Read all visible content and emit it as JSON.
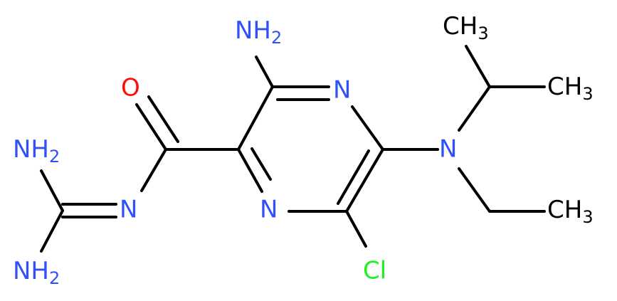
{
  "colors": {
    "bond": "#000000",
    "nitrogen": "#3050F8",
    "oxygen": "#FF0D0D",
    "chlorine": "#1FF01F",
    "carbon_label": "#000000"
  },
  "labels": {
    "amino_top": {
      "main": "NH",
      "sub": "2"
    },
    "ring_n_top": {
      "main": "N"
    },
    "ring_n_bottom": {
      "main": "N"
    },
    "carbonyl_o": {
      "main": "O"
    },
    "amide_n": {
      "main": "N"
    },
    "guan_nh2_top": {
      "main": "NH",
      "sub": "2"
    },
    "guan_nh2_bottom": {
      "main": "NH",
      "sub": "2"
    },
    "amine_n": {
      "main": "N"
    },
    "chloro": {
      "main": "Cl"
    },
    "methyl_1": {
      "main": "CH",
      "sub": "3"
    },
    "methyl_2": {
      "main": "CH",
      "sub": "3"
    },
    "methyl_3": {
      "main": "CH",
      "sub": "3"
    }
  }
}
